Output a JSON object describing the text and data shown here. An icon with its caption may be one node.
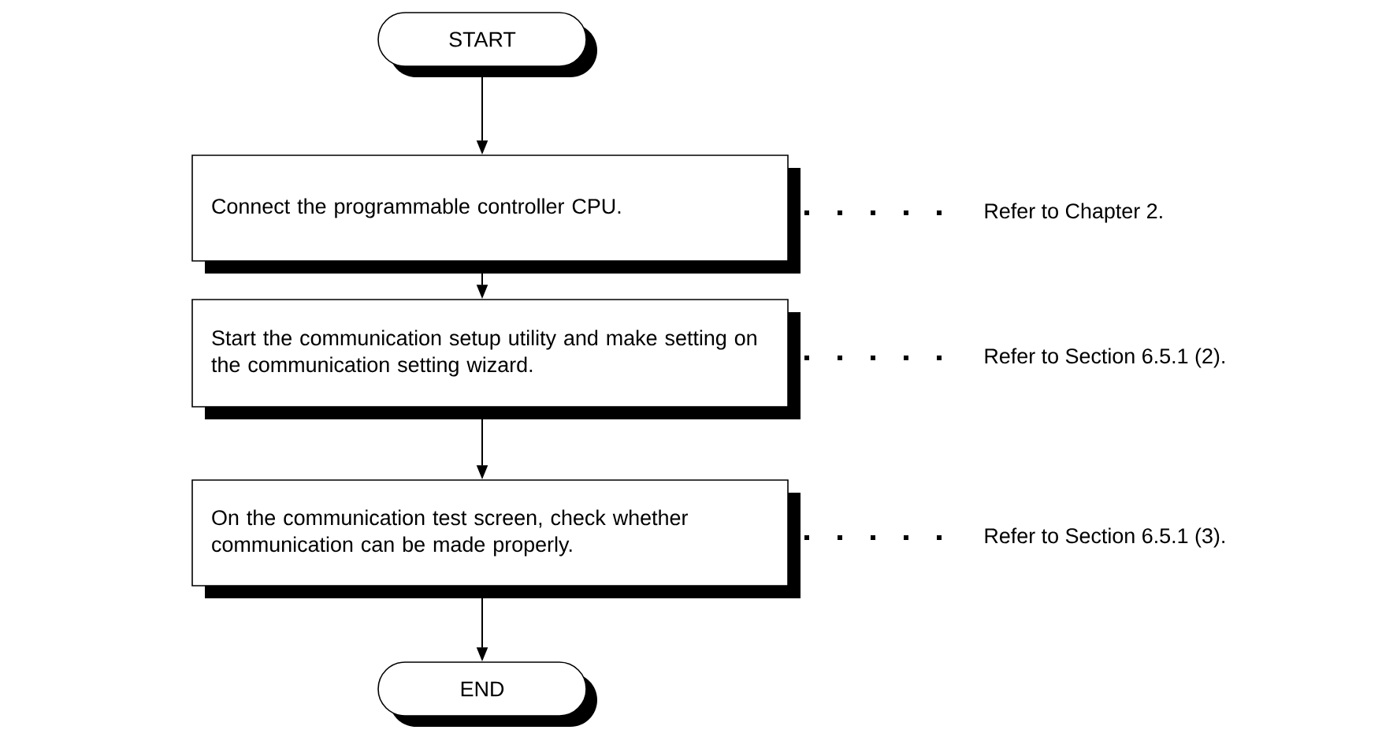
{
  "diagram": {
    "nodes": [
      {
        "text": [
          "START"
        ]
      },
      {
        "text": [
          "Connect the programmable controller CPU."
        ]
      },
      {
        "text": [
          "Start the communication setup utility and make setting on the communication setting wizard."
        ]
      },
      {
        "text": [
          "On the communication test screen, check whether communication can be made properly."
        ]
      },
      {
        "text": [
          "END"
        ]
      }
    ],
    "edges": [
      {
        "from": 0,
        "to": 1,
        "arrow": "to"
      },
      {
        "from": 1,
        "to": 2,
        "arrow": "to"
      },
      {
        "from": 2,
        "to": 3,
        "arrow": "to"
      },
      {
        "from": 3,
        "to": 4,
        "arrow": "to"
      }
    ],
    "labels": [
      "Refer to Chapter 2.",
      "Refer to Section 6.5.1 (2).",
      "Refer to Section 6.5.1 (3)."
    ]
  }
}
